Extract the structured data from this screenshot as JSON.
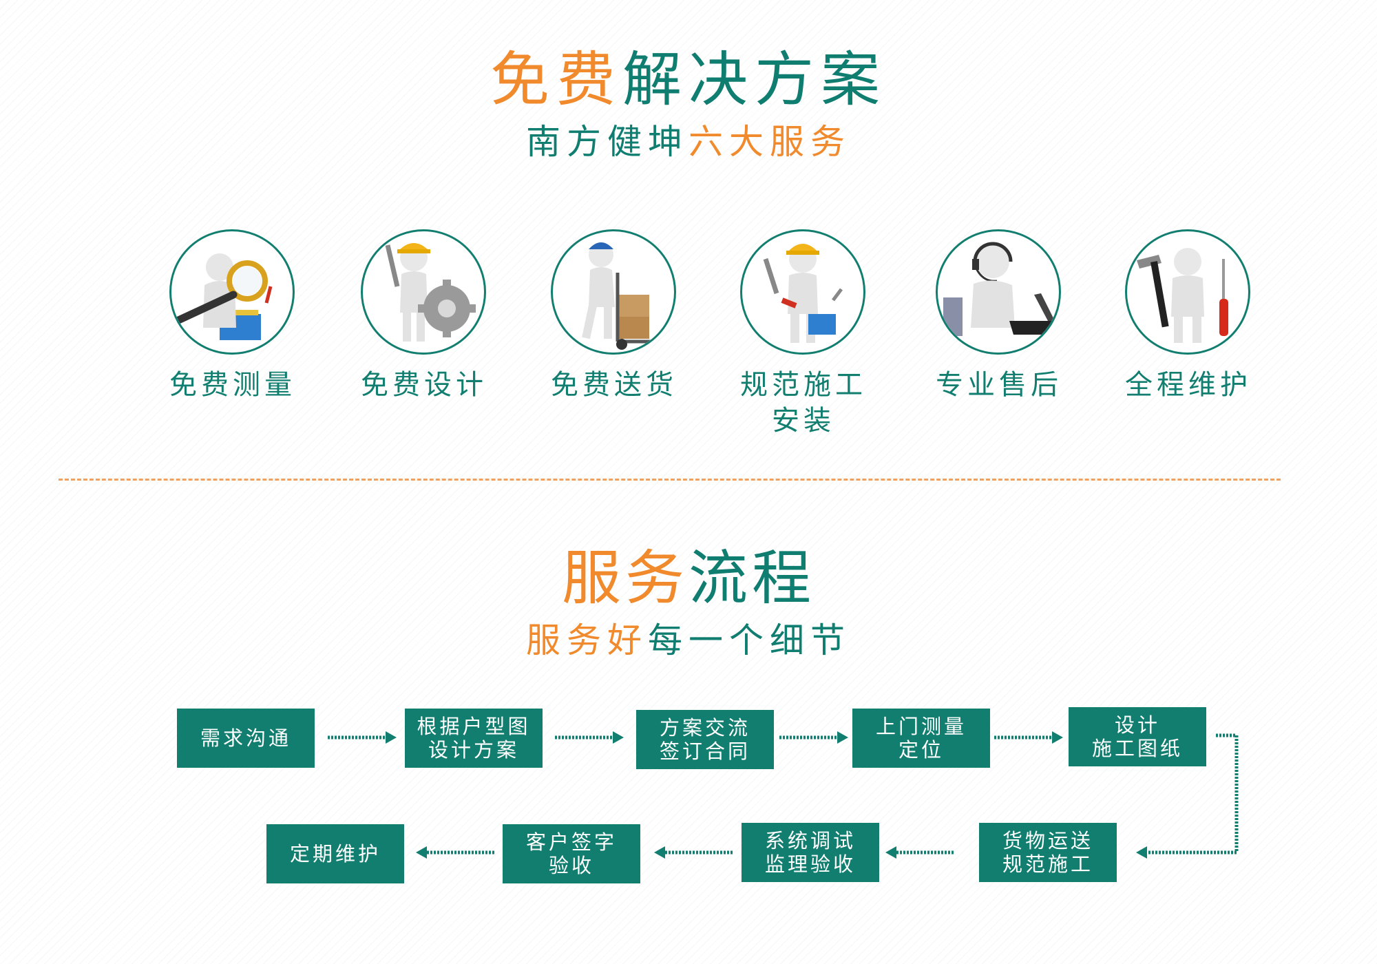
{
  "header": {
    "title_orange": "免费",
    "title_teal": "解决方案",
    "subtitle_teal": "南方健坤",
    "subtitle_orange": "六大服务"
  },
  "services": [
    {
      "label": "免费测量",
      "label2": "",
      "icon": "magnifier-toolbox-figure-icon"
    },
    {
      "label": "免费设计",
      "label2": "",
      "icon": "gear-wrench-figure-icon"
    },
    {
      "label": "免费送货",
      "label2": "",
      "icon": "hand-truck-figure-icon"
    },
    {
      "label": "规范施工",
      "label2": "安装",
      "icon": "toolbox-hardhat-figure-icon"
    },
    {
      "label": "专业售后",
      "label2": "",
      "icon": "headset-laptop-figure-icon"
    },
    {
      "label": "全程维护",
      "label2": "",
      "icon": "hammer-screwdriver-figure-icon"
    }
  ],
  "process_header": {
    "title_orange": "服务",
    "title_teal": "流程",
    "subtitle_orange": "服务好",
    "subtitle_teal": "每一个细节"
  },
  "steps": [
    {
      "line1": "需求沟通",
      "line2": ""
    },
    {
      "line1": "根据户型图",
      "line2": "设计方案"
    },
    {
      "line1": "方案交流",
      "line2": "签订合同"
    },
    {
      "line1": "上门测量",
      "line2": "定位"
    },
    {
      "line1": "设计",
      "line2": "施工图纸"
    },
    {
      "line1": "货物运送",
      "line2": "规范施工"
    },
    {
      "line1": "系统调试",
      "line2": "监理验收"
    },
    {
      "line1": "客户签字",
      "line2": "验收"
    },
    {
      "line1": "定期维护",
      "line2": ""
    }
  ],
  "colors": {
    "teal": "#127e70",
    "orange": "#f08a2c",
    "divider": "#f0a160"
  }
}
